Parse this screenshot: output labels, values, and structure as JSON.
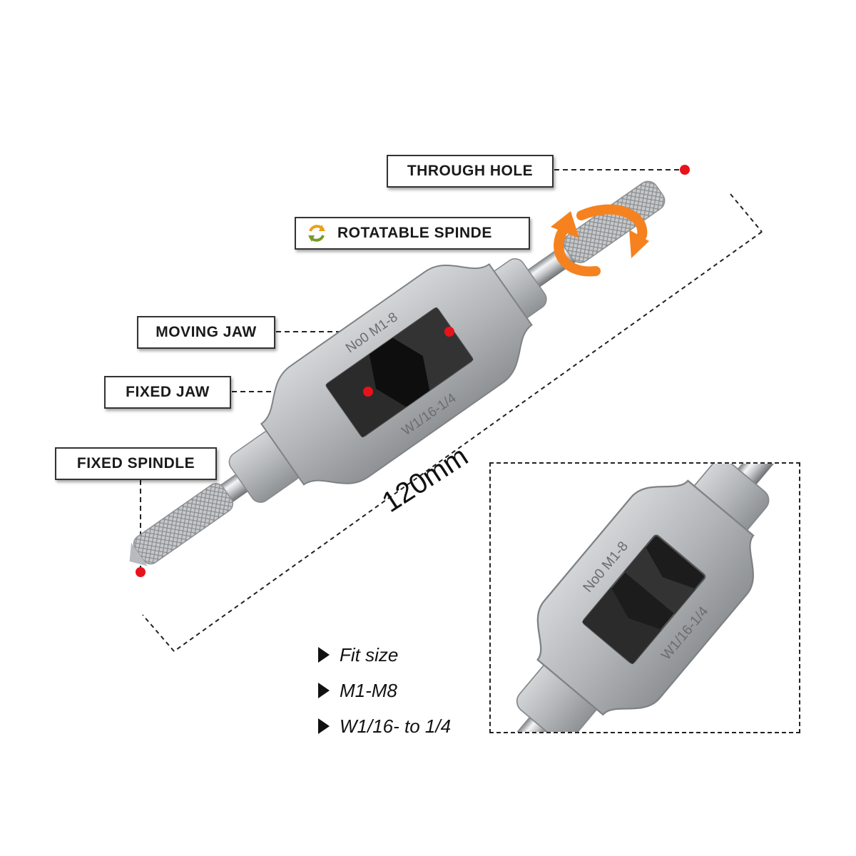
{
  "labels": {
    "through_hole": "THROUGH HOLE",
    "rotatable_spindle": "ROTATABLE SPINDE",
    "moving_jaw": "MOVING JAW",
    "fixed_jaw": "FIXED JAW",
    "fixed_spindle": "FIXED SPINDLE"
  },
  "dimension": "120mm",
  "engraving": {
    "top": "No0 M1-8",
    "bottom": "W1/16-1/4"
  },
  "features": [
    "Fit size",
    "M1-M8",
    "W1/16- to 1/4"
  ],
  "colors": {
    "marker": "#e8121b",
    "rotation_arrow": "#f5821f",
    "metal": "#b9bcbf"
  },
  "icons": {
    "rotate": "rotate-arrows-icon",
    "bullet": "triangle-bullet-icon"
  }
}
